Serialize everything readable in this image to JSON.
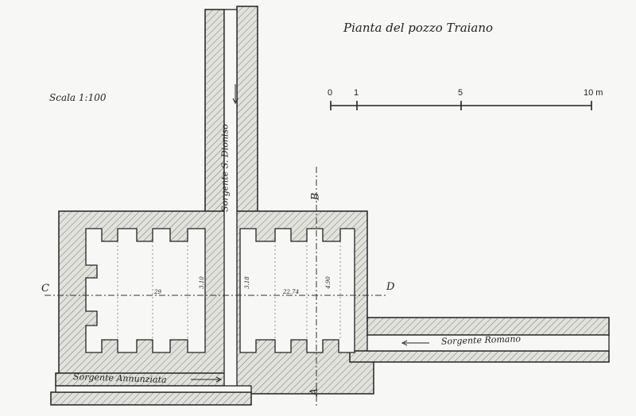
{
  "title": "Pianta del pozzo Traiano",
  "scale_label": "Scala 1:100",
  "scale_bar": {
    "ticks": [
      "0",
      "1",
      "5",
      "10 m"
    ]
  },
  "section_markers": {
    "a": "A",
    "b": "B",
    "c": "C",
    "d": "D"
  },
  "sources": {
    "west": "Sorgente Annunziata",
    "north": "Sorgente S. Dioniso",
    "east": "Sorgente Romano"
  },
  "dimensions": {
    "d1": "3.10",
    "d2": "3.18",
    "d3": "4.90",
    "d4": "22.74",
    "d5": "29"
  },
  "colors": {
    "ink": "#222222",
    "wall_fill": "#dcdcd6",
    "paper": "#f7f7f5"
  }
}
